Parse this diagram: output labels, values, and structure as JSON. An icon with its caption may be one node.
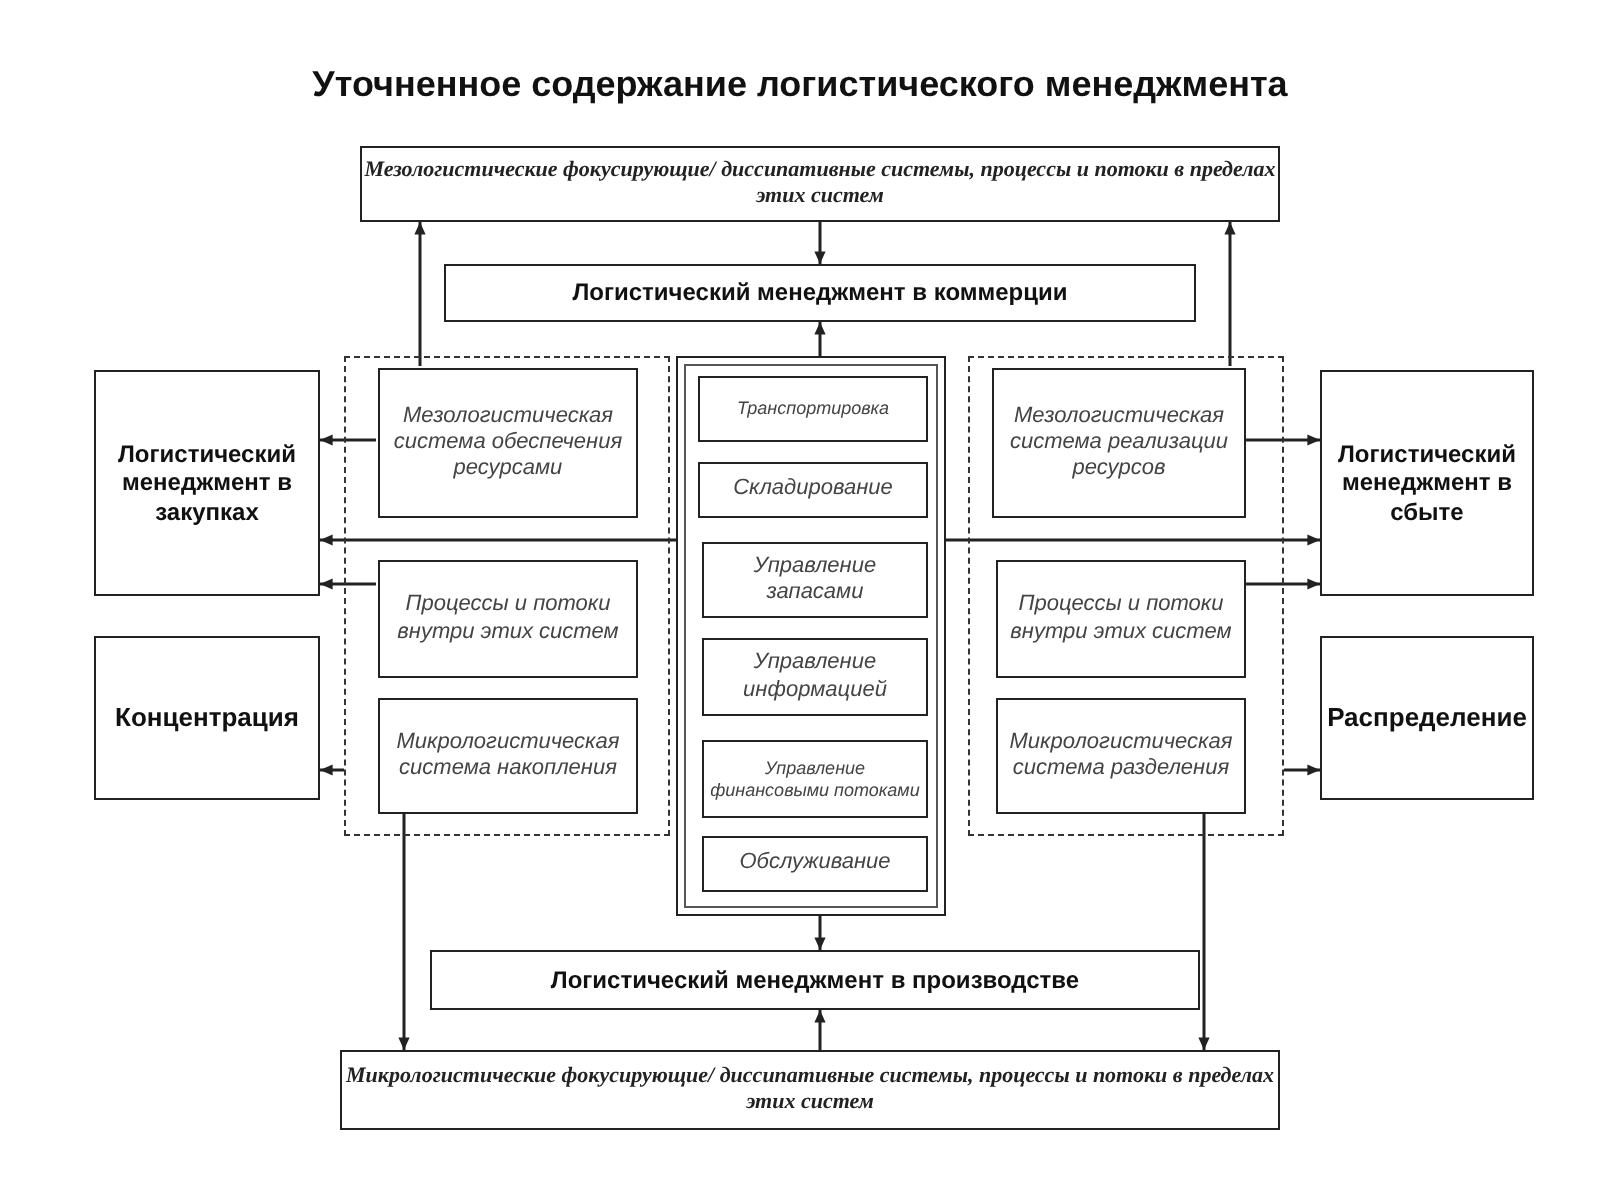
{
  "diagram": {
    "title": "Уточненное содержание логистического менеджмента",
    "nodes": [
      {
        "text": [
          "Мезологистические фокусирующие/ диссипативные системы, процессы и потоки в пределах этих систем"
        ]
      },
      {
        "text": [
          "Логистический менеджмент в коммерции"
        ]
      },
      {
        "text": [
          "Логистический менеджмент в закупках"
        ]
      },
      {
        "text": [
          "Концентрация"
        ]
      },
      {
        "text": [],
        "shape": "box"
      },
      {
        "text": [
          "Мезологистическая система обеспечения ресурсами"
        ],
        "in": 4
      },
      {
        "text": [
          "Процессы и потоки внутри этих систем"
        ],
        "in": 4
      },
      {
        "text": [
          "Микрологистическая система накопления"
        ],
        "in": 4
      },
      {
        "text": [],
        "shape": "box"
      },
      {
        "text": [
          "Транспортировка"
        ],
        "in": 8
      },
      {
        "text": [
          "Складирование"
        ],
        "in": 8
      },
      {
        "text": [
          "Управление запасами"
        ],
        "in": 8
      },
      {
        "text": [
          "Управление информацией"
        ],
        "in": 8
      },
      {
        "text": [
          "Управление финансовыми потоками"
        ],
        "in": 8
      },
      {
        "text": [
          "Обслуживание"
        ],
        "in": 8
      },
      {
        "text": [],
        "shape": "box"
      },
      {
        "text": [
          "Мезологистическая система реализации ресурсов"
        ],
        "in": 15
      },
      {
        "text": [
          "Процессы и потоки внутри этих систем"
        ],
        "in": 15
      },
      {
        "text": [
          "Микрологистическая система разделения"
        ],
        "in": 15
      },
      {
        "text": [
          "Логистический менеджмент в сбыте"
        ]
      },
      {
        "text": [
          "Распределение"
        ]
      },
      {
        "text": [
          "Логистический менеджмент в производстве"
        ]
      },
      {
        "text": [
          "Микрологистические фокусирующие/ диссипативные системы, процессы и потоки в пределах этих систем"
        ]
      }
    ],
    "edges": [
      {
        "from": 0,
        "to": 1,
        "arrow": "to"
      },
      {
        "from": 8,
        "to": 1,
        "arrow": "to"
      },
      {
        "from": 5,
        "to": 0,
        "arrow": "to"
      },
      {
        "from": 16,
        "to": 0,
        "arrow": "to"
      },
      {
        "from": 5,
        "to": 2,
        "arrow": "to"
      },
      {
        "from": 8,
        "to": 2,
        "arrow": "to"
      },
      {
        "from": 6,
        "to": 2,
        "arrow": "to"
      },
      {
        "from": 4,
        "to": 3,
        "arrow": "to"
      },
      {
        "from": 16,
        "to": 19,
        "arrow": "to"
      },
      {
        "from": 8,
        "to": 19,
        "arrow": "to"
      },
      {
        "from": 17,
        "to": 19,
        "arrow": "to"
      },
      {
        "from": 15,
        "to": 20,
        "arrow": "to"
      },
      {
        "from": 8,
        "to": 21,
        "arrow": "to"
      },
      {
        "from": 22,
        "to": 21,
        "arrow": "to"
      },
      {
        "from": 7,
        "to": 22,
        "arrow": "to"
      },
      {
        "from": 18,
        "to": 22,
        "arrow": "to"
      }
    ]
  }
}
